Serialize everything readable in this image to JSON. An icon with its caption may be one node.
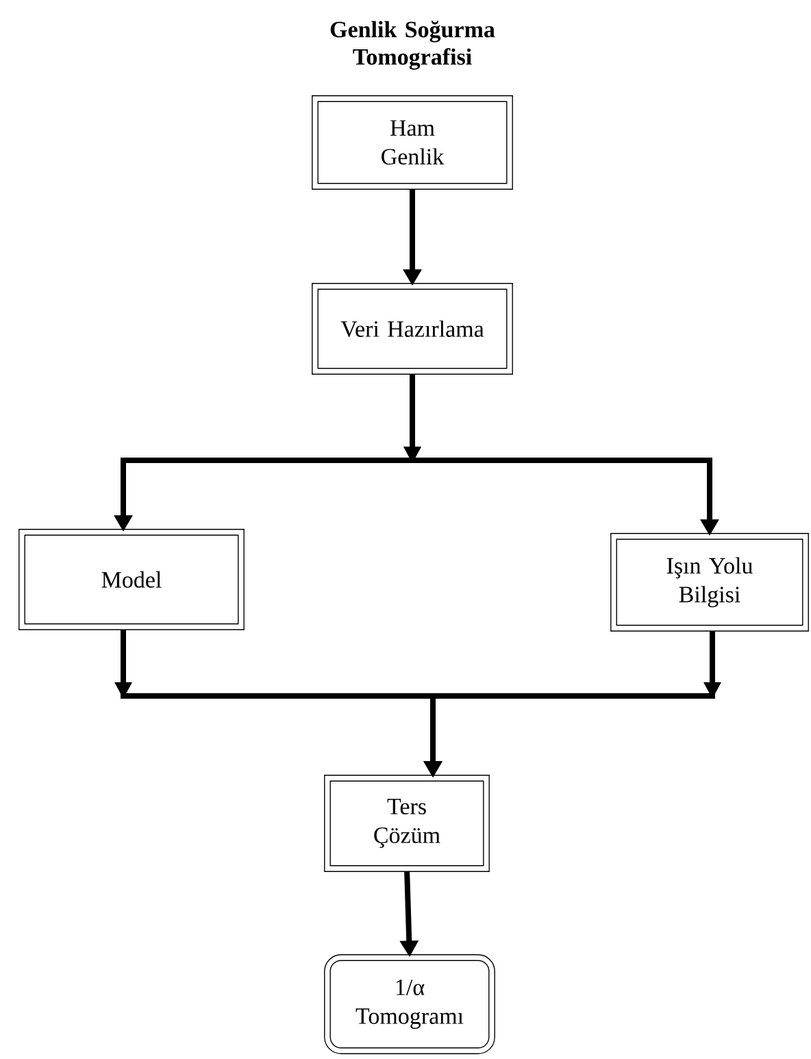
{
  "diagram": {
    "title": "Genlik Soğurma Tomografisi",
    "nodes": [
      {
        "text": [
          "Ham Genlik"
        ]
      },
      {
        "text": [
          "Veri Hazırlama"
        ]
      },
      {
        "text": [
          "Model"
        ]
      },
      {
        "text": [
          "Işın Yolu Bilgisi"
        ]
      },
      {
        "text": [
          "Ters Çözüm"
        ]
      },
      {
        "text": [
          "1/α Tomogramı"
        ]
      }
    ],
    "edges": [
      {
        "from": 0,
        "to": 1,
        "arrow": "to"
      },
      {
        "from": 1,
        "to": 2,
        "arrow": "to"
      },
      {
        "from": 1,
        "to": 3,
        "arrow": "to"
      },
      {
        "from": 2,
        "to": 4,
        "arrow": "to"
      },
      {
        "from": 3,
        "to": 4,
        "arrow": "to"
      },
      {
        "from": 4,
        "to": 5,
        "arrow": "to"
      }
    ]
  }
}
